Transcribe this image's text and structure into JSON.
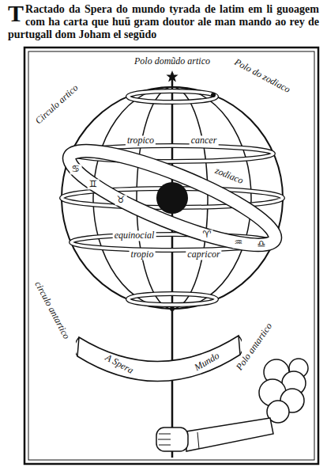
{
  "diagram": {
    "title": "TRactado da Spera do mundo tyrada de latim em li guoagem com ha carta que huũ gram doutor ale man mando ao rey de purtugall dom Joham el segũdo",
    "nodes": [
      {
        "text": [
          "A Spera",
          "Mundo"
        ]
      }
    ],
    "labels": [
      "Polo domũdo artico",
      "Polo do zodiaco",
      "Circulo artico",
      "tropico",
      "cancer",
      "zodiaco",
      "♋",
      "♊",
      "♉",
      "♈",
      "♒",
      "♎",
      "equinocial",
      "tropio",
      "capricor",
      "circulo antartico",
      "Polo antartico"
    ]
  }
}
